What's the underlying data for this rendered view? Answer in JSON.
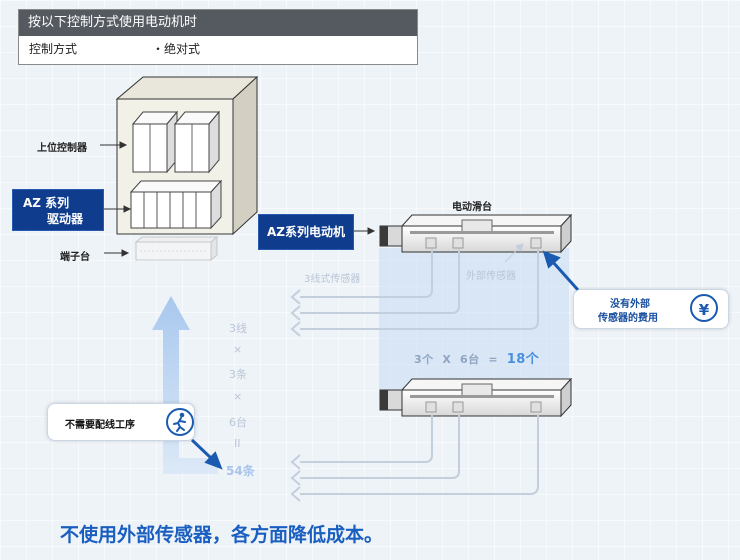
{
  "info": {
    "header": "按以下控制方式使用电动机时",
    "label": "控制方式",
    "value": "・绝对式"
  },
  "labels": {
    "host_controller": "上位控制器",
    "az_series_line1": "AZ 系列",
    "az_series_line2": "驱动器",
    "terminal_block": "端子台",
    "az_motor": "AZ系列电动机",
    "slide": "电动滑台",
    "sensor_3wire": "3线式传感器",
    "external_sensor": "外部传感器"
  },
  "callouts": {
    "no_cost_line1": "没有外部",
    "no_cost_line2": "传感器的费用",
    "yen_symbol": "¥",
    "no_wiring": "不需要配线工序"
  },
  "wiring_calc": {
    "wires": "3线",
    "times1": "×",
    "pieces": "3条",
    "times2": "×",
    "units": "6台",
    "equals": "II",
    "total": "54条"
  },
  "sensor_calc": {
    "count": "3个",
    "times": "X",
    "units": "6台",
    "equals": "=",
    "total": "18个"
  },
  "footer": "不使用外部传感器，各方面降低成本。",
  "colors": {
    "accent_blue": "#1a5fc0",
    "badge_navy": "#0f3c8c",
    "header_gray": "#555a60",
    "faded": "#b9c6d6"
  }
}
